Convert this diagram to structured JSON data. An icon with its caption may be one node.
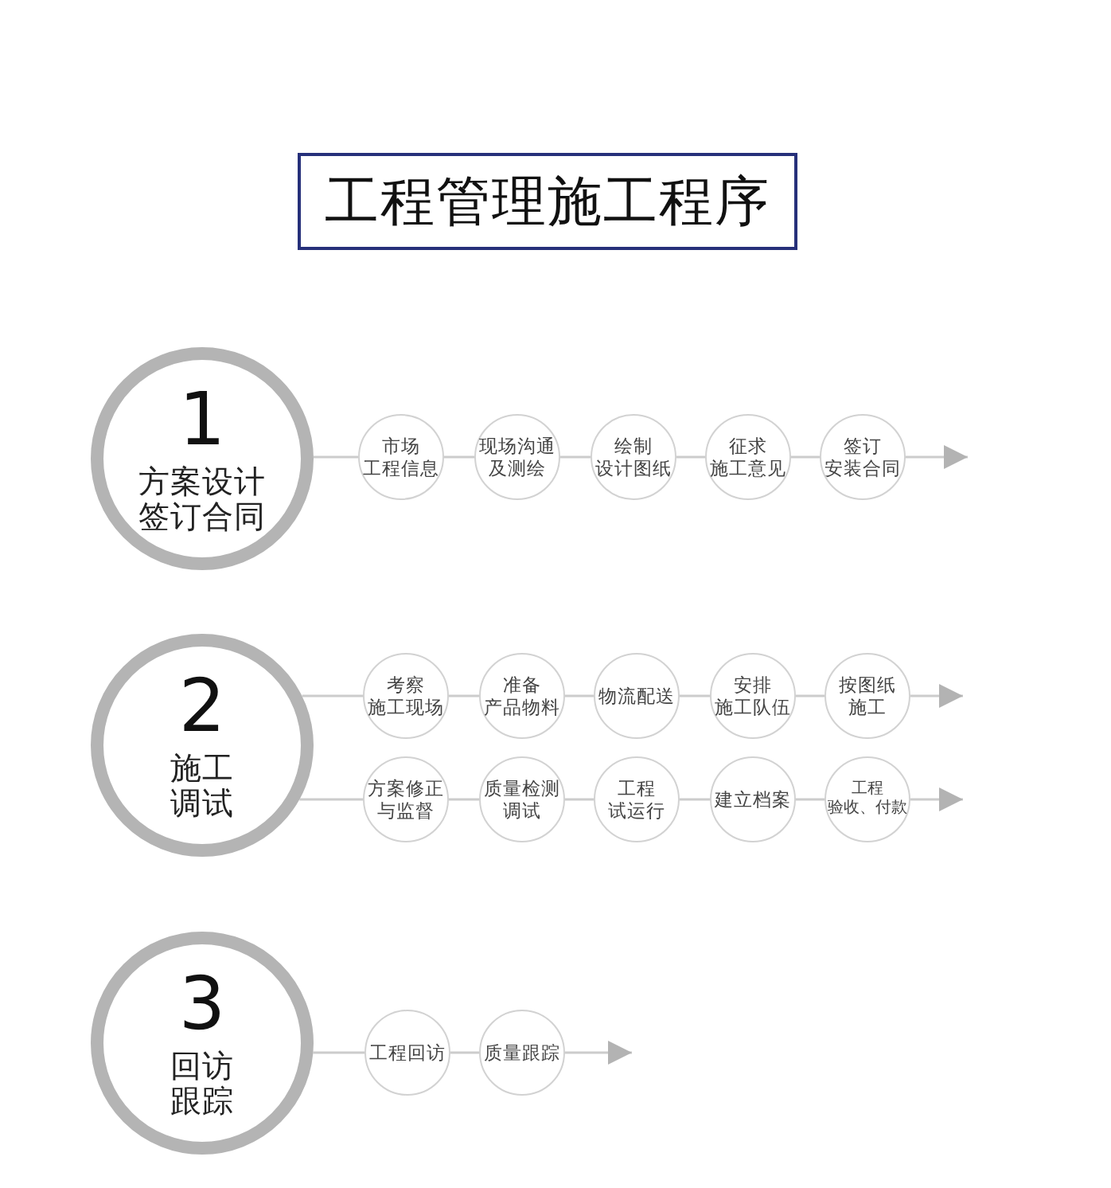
{
  "diagram": {
    "title": "工程管理施工程序",
    "nodes": [
      {
        "text": [
          "1",
          "方案设计签订合同"
        ]
      },
      {
        "text": [
          "市场工程信息"
        ]
      },
      {
        "text": [
          "现场沟通及测绘"
        ]
      },
      {
        "text": [
          "绘制设计图纸"
        ]
      },
      {
        "text": [
          "征求施工意见"
        ]
      },
      {
        "text": [
          "签订安装合同"
        ]
      },
      {
        "text": [
          "2",
          "施工调试"
        ]
      },
      {
        "text": [
          "考察施工现场"
        ]
      },
      {
        "text": [
          "准备产品物料"
        ]
      },
      {
        "text": [
          "物流配送"
        ]
      },
      {
        "text": [
          "安排施工队伍"
        ]
      },
      {
        "text": [
          "按图纸施工"
        ]
      },
      {
        "text": [
          "方案修正与监督"
        ]
      },
      {
        "text": [
          "质量检测调试"
        ]
      },
      {
        "text": [
          "工程试运行"
        ]
      },
      {
        "text": [
          "建立档案"
        ]
      },
      {
        "text": [
          "工程验收、付款"
        ]
      },
      {
        "text": [
          "3",
          "回访跟踪"
        ]
      },
      {
        "text": [
          "工程回访"
        ]
      },
      {
        "text": [
          "质量跟踪"
        ]
      }
    ],
    "edges": [
      {
        "from": 0,
        "to": 1,
        "arrow": "none"
      },
      {
        "from": 1,
        "to": 2,
        "arrow": "none"
      },
      {
        "from": 2,
        "to": 3,
        "arrow": "none"
      },
      {
        "from": 3,
        "to": 4,
        "arrow": "none"
      },
      {
        "from": 4,
        "to": 5,
        "arrow": "none"
      },
      {
        "from": 5,
        "to": null,
        "arrow": "to"
      },
      {
        "from": 6,
        "to": 7,
        "arrow": "none"
      },
      {
        "from": 7,
        "to": 8,
        "arrow": "none"
      },
      {
        "from": 8,
        "to": 9,
        "arrow": "none"
      },
      {
        "from": 9,
        "to": 10,
        "arrow": "none"
      },
      {
        "from": 10,
        "to": 11,
        "arrow": "none"
      },
      {
        "from": 11,
        "to": null,
        "arrow": "to"
      },
      {
        "from": 6,
        "to": 12,
        "arrow": "none"
      },
      {
        "from": 12,
        "to": 13,
        "arrow": "none"
      },
      {
        "from": 13,
        "to": 14,
        "arrow": "none"
      },
      {
        "from": 14,
        "to": 15,
        "arrow": "none"
      },
      {
        "from": 15,
        "to": 16,
        "arrow": "none"
      },
      {
        "from": 16,
        "to": null,
        "arrow": "to"
      },
      {
        "from": 17,
        "to": 18,
        "arrow": "none"
      },
      {
        "from": 18,
        "to": 19,
        "arrow": "none"
      },
      {
        "from": 19,
        "to": null,
        "arrow": "to"
      }
    ]
  }
}
